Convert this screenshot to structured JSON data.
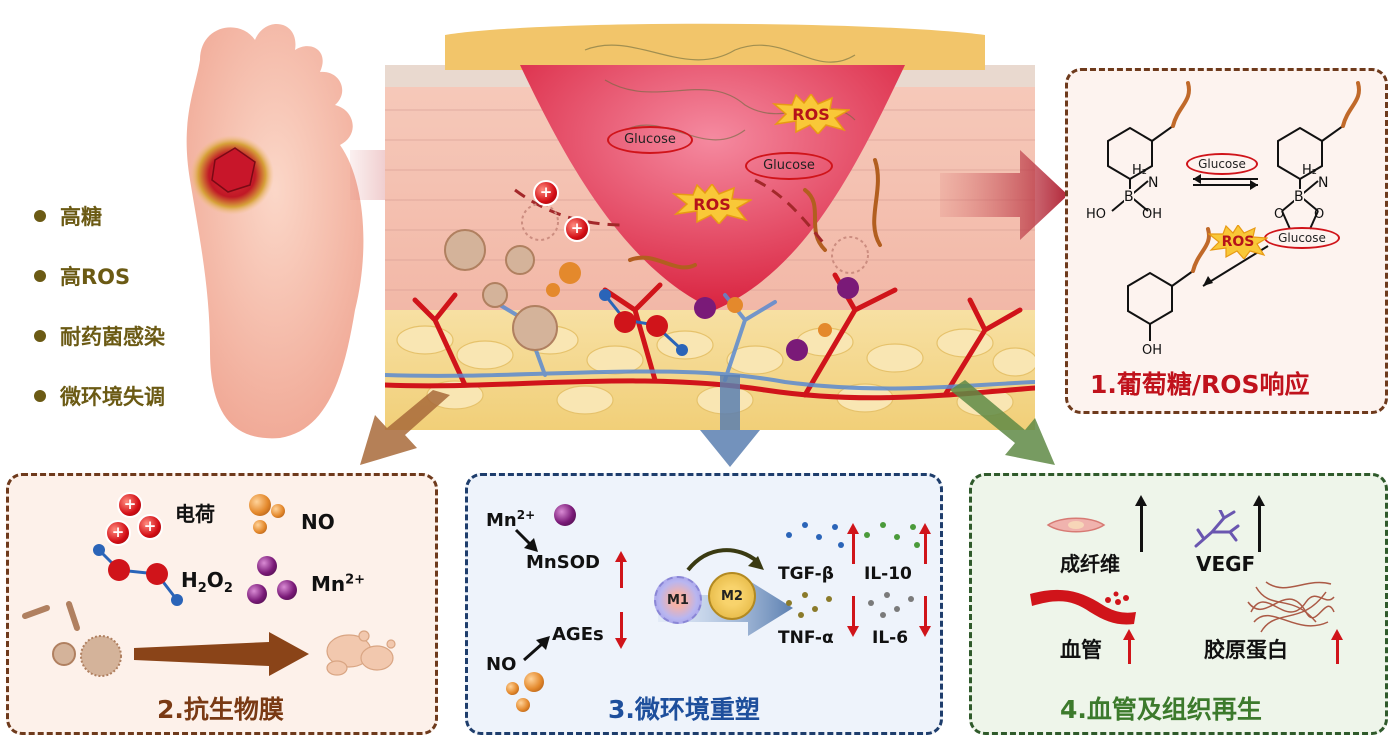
{
  "left_bullets": [
    "高糖",
    "高ROS",
    "耐药菌感染",
    "微环境失调"
  ],
  "scene": {
    "glucose_1": "Glucose",
    "glucose_2": "Glucose",
    "ros_1": "ROS",
    "ros_2": "ROS"
  },
  "panel1": {
    "title": "1.葡萄糖/ROS响应",
    "h2": "H₂",
    "n": "N",
    "b": "B",
    "oh_1": "HO",
    "oh_2": "OH",
    "h2_b": "H₂",
    "n_b": "N",
    "b_b": "B",
    "o_1": "O",
    "o_2": "O",
    "glucose_eq": "Glucose",
    "ros": "ROS",
    "glucose_bound": "Glucose",
    "phenol_oh": "OH"
  },
  "panel2": {
    "title": "2.抗生物膜",
    "charge": "电荷",
    "no": "NO",
    "h2o2_h": "H",
    "h2o2_2a": "2",
    "h2o2_o": "O",
    "h2o2_2b": "2",
    "mn": "Mn",
    "mn_sup": "2+",
    "plus": "+"
  },
  "panel3": {
    "title": "3.微环境重塑",
    "mn": "Mn",
    "mn_sup": "2+",
    "mnsod": "MnSOD",
    "ages": "AGEs",
    "no": "NO",
    "m1": "M1",
    "m2": "M2",
    "tgf": "TGF-β",
    "il10": "IL-10",
    "tnf": "TNF-α",
    "il6": "IL-6"
  },
  "panel4": {
    "title": "4.血管及组织再生",
    "fibro": "成纤维",
    "vegf": "VEGF",
    "vessel": "血管",
    "collagen": "胶原蛋白"
  },
  "colors": {
    "bullet": "#6b5a14",
    "p1_title": "#c0121c",
    "p2_title": "#7a3a14",
    "p3_title": "#1e4f9c",
    "p4_title": "#3c7a2c"
  }
}
